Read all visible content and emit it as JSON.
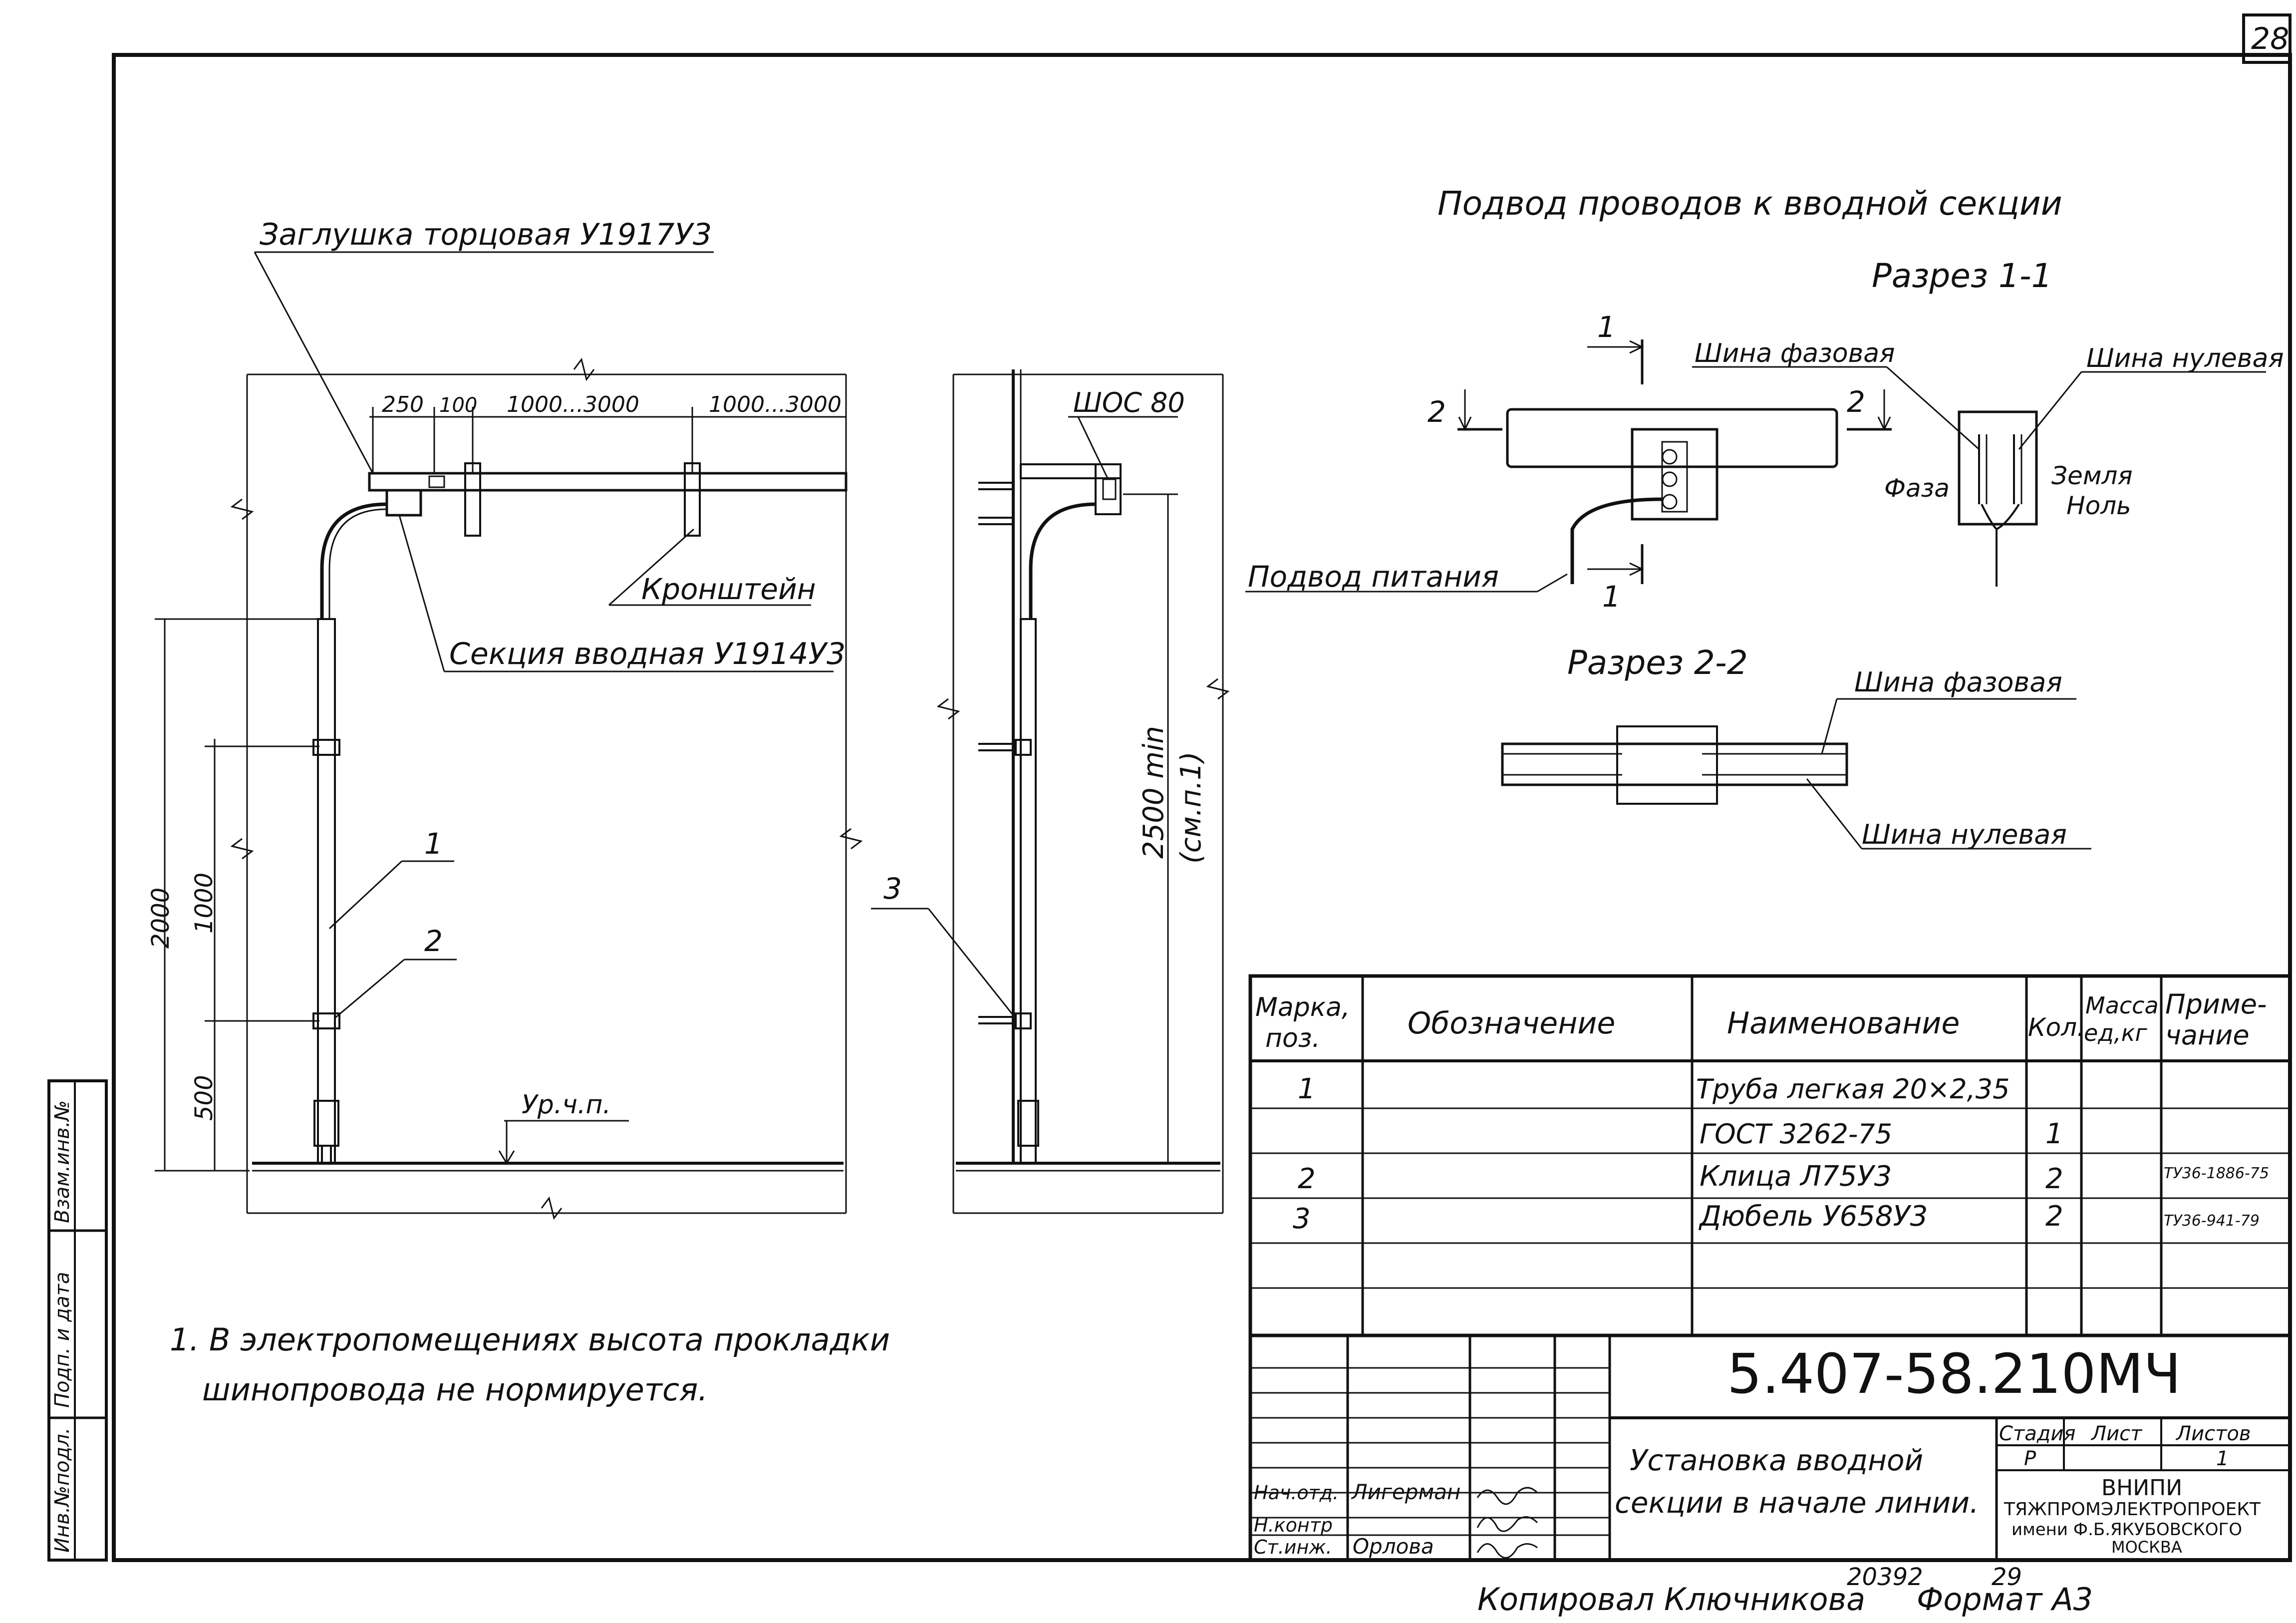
{
  "sheet_number": "28",
  "section_title": "Подвод проводов к вводной секции",
  "section_1_title": "Разрез 1-1",
  "section_2_title": "Разрез 2-2",
  "cut_marks": {
    "one": "1",
    "two": "2"
  },
  "labels": {
    "end_cap": "Заглушка торцовая У1917У3",
    "bracket": "Кронштейн",
    "entry_section": "Секция вводная У1914У3",
    "floor_level": "Ур.ч.п.",
    "shos": "ШОС 80",
    "phase_bus": "Шина фазовая",
    "neutral_bus": "Шина нулевая",
    "phase": "Фаза",
    "earth": "Земля",
    "zero": "Ноль",
    "power_feed": "Подвод питания",
    "pos_1": "1",
    "pos_2": "2",
    "pos_3": "3"
  },
  "dimensions": {
    "d250": "250",
    "d100": "100",
    "d1000_3000_a": "1000...3000",
    "d1000_3000_b": "1000...3000",
    "d2000": "2000",
    "d1000": "1000",
    "d500": "500",
    "d2500": "2500 min",
    "see_note": "(см.п.1)"
  },
  "note": {
    "line1": "1. В электропомещениях высота прокладки",
    "line2": "шинопровода не нормируется."
  },
  "spec_table": {
    "headers": [
      "Марка, поз.",
      "Обозначение",
      "Наименование",
      "Кол.",
      "Масса ед, кг",
      "Приме- чание"
    ],
    "rows": [
      [
        "1",
        "",
        "Труба легкая 20×2,35",
        "",
        "",
        ""
      ],
      [
        "",
        "",
        "ГОСТ 3262-75",
        "1",
        "",
        ""
      ],
      [
        "2",
        "",
        "Клица Л75У3",
        "2",
        "",
        "ТУ36-1886-75"
      ],
      [
        "3",
        "",
        "Дюбель У658У3",
        "2",
        "",
        "ТУ36-941-79"
      ]
    ]
  },
  "title_block": {
    "doc_code": "5.407-58.210МЧ",
    "title_line1": "Установка вводной",
    "title_line2": "секции в начале линии.",
    "stage_label": "Стадия",
    "sheet_label": "Лист",
    "sheets_label": "Листов",
    "stage": "Р",
    "sheets": "1",
    "org_1": "ВНИПИ",
    "org_2": "ТЯЖПРОМЭЛЕКТРОПРОЕКТ",
    "org_3": "имени Ф.Б.ЯКУБОВСКОГО",
    "org_4": "МОСКВА",
    "role_1": "Нач.отд.",
    "name_1": "Лигерман",
    "role_2": "Н.контр",
    "name_2": "",
    "role_3": "Ст.инж.",
    "name_3": "Орлова"
  },
  "side_stamps": {
    "inv_orig": "Инв.№подл.",
    "sign_date": "Подп. и дата",
    "inv_repl": "Взам.инв.№"
  },
  "footer": {
    "copied": "Копировал Ключникова",
    "num_a": "20392",
    "num_b": "29",
    "format": "Формат А3"
  }
}
